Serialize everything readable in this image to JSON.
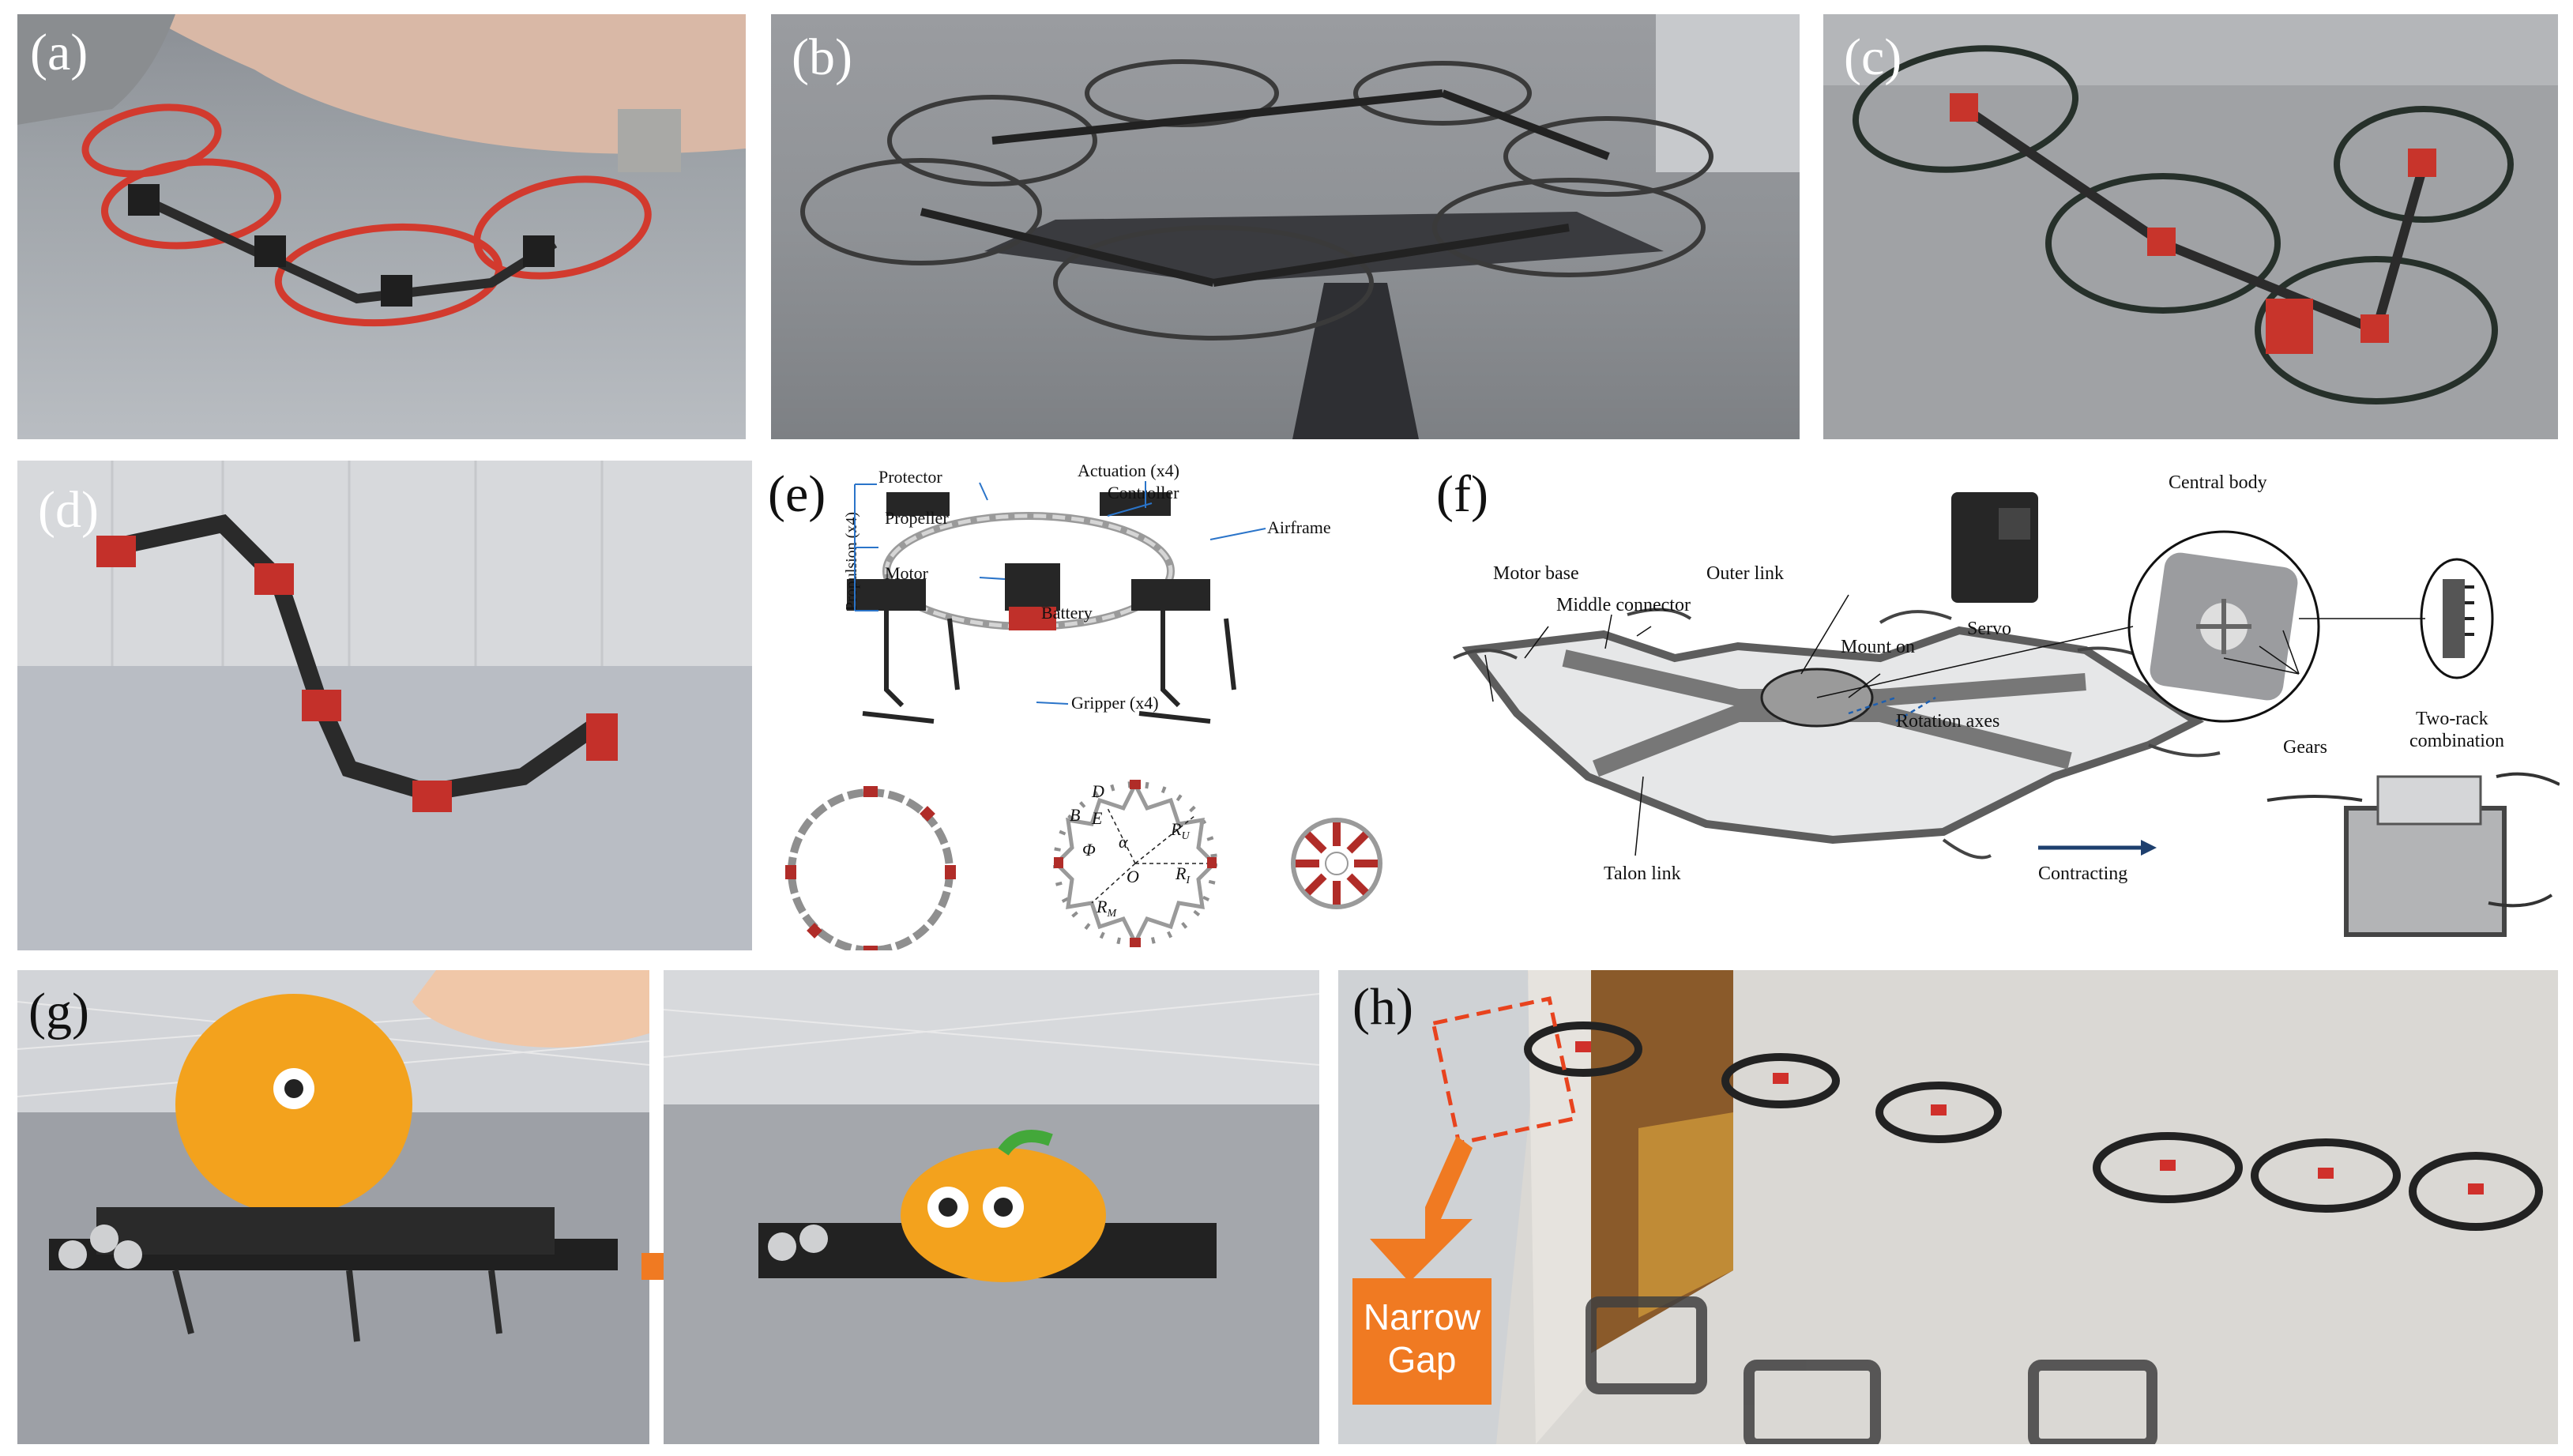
{
  "panels": {
    "a": {
      "label": "(a)"
    },
    "b": {
      "label": "(b)"
    },
    "c": {
      "label": "(c)"
    },
    "d": {
      "label": "(d)"
    },
    "e": {
      "label": "(e)",
      "propulsion": "Propulsion (x4)",
      "protector": "Protector",
      "propeller": "Propeller",
      "motor": "Motor",
      "actuation": "Actuation (x4)",
      "controller": "Controller",
      "airframe": "Airframe",
      "battery": "Battery",
      "gripper": "Gripper (x4)",
      "geom": {
        "D": "D",
        "B": "B",
        "E": "E",
        "Phi": "Φ",
        "alpha": "α",
        "RU": "R",
        "RU_sub": "U",
        "RI": "R",
        "RI_sub": "I",
        "RM": "R",
        "RM_sub": "M",
        "O": "O"
      }
    },
    "f": {
      "label": "(f)",
      "central_body": "Central body",
      "motor_base": "Motor base",
      "middle_connector": "Middle connector",
      "outer_link": "Outer link",
      "mount_on": "Mount on",
      "servo": "Servo",
      "rotation_axes": "Rotation axes",
      "gears": "Gears",
      "two_rack": "Two-rack",
      "combination": "combination",
      "talon_link": "Talon link",
      "contracting": "Contracting"
    },
    "g": {
      "label": "(g)"
    },
    "h": {
      "label": "(h)",
      "gap_line1": "Narrow",
      "gap_line2": "Gap"
    }
  },
  "colors": {
    "arrow_orange": "#f07a22",
    "arrow_blue": "#1e3f6e",
    "guard_red": "#d8322b",
    "dashed_red": "#e8431e"
  }
}
